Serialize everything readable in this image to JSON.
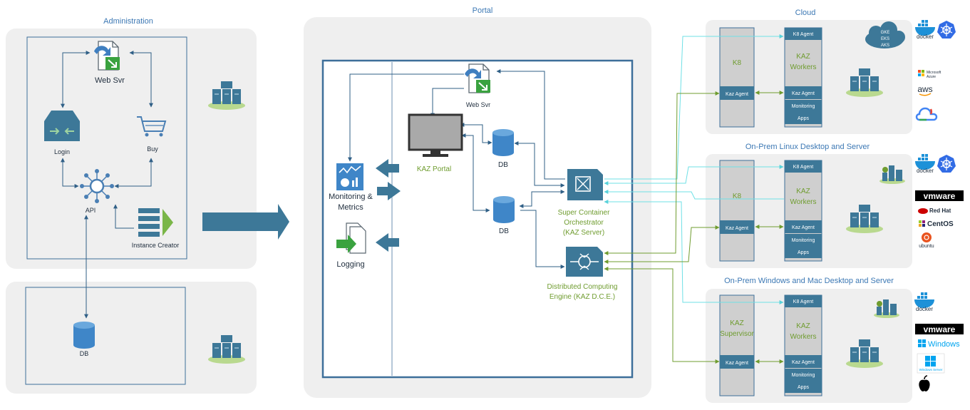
{
  "sections": {
    "administration": "Administration",
    "portal": "Portal",
    "cloud": "Cloud",
    "linux": "On-Prem Linux Desktop and Server",
    "windows": "On-Prem Windows and Mac Desktop and Server"
  },
  "admin": {
    "web_svr": "Web Svr",
    "login": "Login",
    "buy": "Buy",
    "api": "API",
    "instance_creator": "Instance Creator",
    "db": "DB"
  },
  "portal": {
    "web_svr": "Web Svr",
    "kaz_portal": "KAZ Portal",
    "db_top": "DB",
    "db_bottom": "DB",
    "monitoring_l1": "Monitoring &",
    "monitoring_l2": "Metrics",
    "logging": "Logging",
    "sco_l1": "Super Container",
    "sco_l2": "Orchestrator",
    "sco_l3": "(KAZ Server)",
    "dce_l1": "Distributed Computing",
    "dce_l2": "Engine (KAZ D.C.E.)"
  },
  "cloud": {
    "left_title": "K8",
    "workers_l1": "KAZ",
    "workers_l2": "Workers",
    "k8_agent": "K8 Agent",
    "kaz_agent_left": "Kaz Agent",
    "kaz_agent_right": "Kaz Agent",
    "monitoring": "Monitoring",
    "apps": "Apps",
    "cloud_l1": "GKE",
    "cloud_l2": "EKS",
    "cloud_l3": "AKS",
    "brand_docker": "docker",
    "brand_azure_l1": "Microsoft",
    "brand_azure_l2": "Azure",
    "brand_aws": "aws"
  },
  "linux": {
    "left_title": "K8",
    "workers_l1": "KAZ",
    "workers_l2": "Workers",
    "k8_agent": "K8 Agent",
    "kaz_agent_left": "Kaz Agent",
    "kaz_agent_right": "Kaz Agent",
    "monitoring": "Monitoring",
    "apps": "Apps",
    "brand_docker": "docker",
    "brand_vmware": "vmware",
    "brand_redhat": "Red Hat",
    "brand_centos": "CentOS",
    "brand_ubuntu": "ubuntu"
  },
  "windows": {
    "left_title_l1": "KAZ",
    "left_title_l2": "Supervisor",
    "workers_l1": "KAZ",
    "workers_l2": "Workers",
    "k8_agent": "K8 Agent",
    "kaz_agent_left": "Kaz Agent",
    "kaz_agent_right": "Kaz Agent",
    "monitoring": "Monitoring",
    "apps": "Apps",
    "brand_docker": "docker",
    "brand_vmware": "vmware",
    "brand_windows": "Windows",
    "brand_winserver": "Windows Server"
  },
  "colors": {
    "panel": "#efefef",
    "frame": "#3d6f9a",
    "text": "#1f2d3d",
    "accent_blue": "#3c78b4",
    "accent_green": "#6f9c2f",
    "cyan_line": "#6fe0e6",
    "green_line": "#6f9c2f",
    "big_arrow": "#3d7898"
  }
}
